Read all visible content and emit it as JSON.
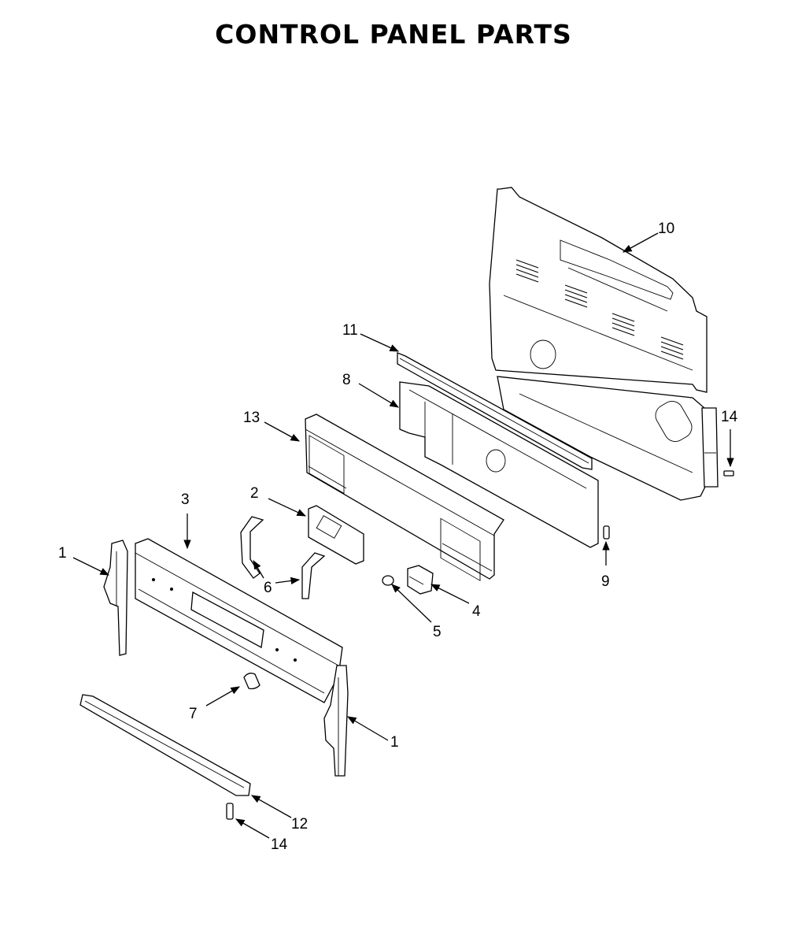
{
  "title": "CONTROL PANEL PARTS",
  "callouts": [
    {
      "id": "c1a",
      "label": "1"
    },
    {
      "id": "c1b",
      "label": "1"
    },
    {
      "id": "c2",
      "label": "2"
    },
    {
      "id": "c3",
      "label": "3"
    },
    {
      "id": "c4",
      "label": "4"
    },
    {
      "id": "c5",
      "label": "5"
    },
    {
      "id": "c6",
      "label": "6"
    },
    {
      "id": "c7",
      "label": "7"
    },
    {
      "id": "c8",
      "label": "8"
    },
    {
      "id": "c9",
      "label": "9"
    },
    {
      "id": "c10",
      "label": "10"
    },
    {
      "id": "c11",
      "label": "11"
    },
    {
      "id": "c12",
      "label": "12"
    },
    {
      "id": "c13",
      "label": "13"
    },
    {
      "id": "c14a",
      "label": "14"
    },
    {
      "id": "c14b",
      "label": "14"
    }
  ]
}
